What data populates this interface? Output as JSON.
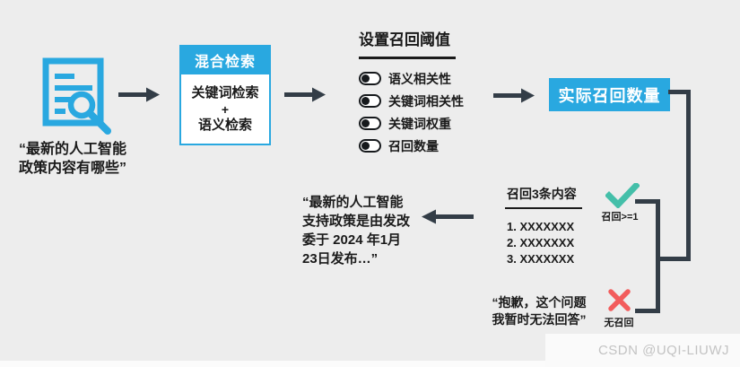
{
  "colors": {
    "background": "#ededed",
    "accent_blue": "#29a8e0",
    "flow_dark": "#333d47",
    "text": "#1a1a1a",
    "success_teal": "#44bfa9",
    "error_red": "#f25c5c",
    "watermark_gray": "#c3c3c3"
  },
  "icons": {
    "query": "document-search-icon",
    "toggle": "toggle-switch-icon",
    "flow": "arrow-right-icon",
    "back": "arrow-left-icon",
    "success": "check-icon",
    "failure": "x-icon"
  },
  "query": {
    "line1": "“最新的人工智能",
    "line2": "政策内容有哪些”"
  },
  "hybrid_box": {
    "header": "混合检索",
    "method1": "关键词检索",
    "plus": "+",
    "method2": "语义检索"
  },
  "threshold_panel": {
    "title": "设置召回阈值",
    "toggles": [
      {
        "label": "语义相关性"
      },
      {
        "label": "关键词相关性"
      },
      {
        "label": "关键词权重"
      },
      {
        "label": "召回数量"
      }
    ]
  },
  "actual_recall_box": {
    "label": "实际召回数量"
  },
  "recall_result": {
    "title": "召回3条内容",
    "items": [
      "1. XXXXXXX",
      "2. XXXXXXX",
      "3. XXXXXXX"
    ]
  },
  "branches": {
    "success_label": "召回>=1",
    "failure_label": "无召回"
  },
  "answer": {
    "line1": "“最新的人工智能",
    "line2": "支持政策是由发改",
    "line3": "委于 2024 年1月",
    "line4": "23日发布…”"
  },
  "fallback": {
    "line1": "“抱歉，这个问题",
    "line2": "我暂时无法回答”"
  },
  "watermark": "CSDN @UQI-LIUWJ"
}
